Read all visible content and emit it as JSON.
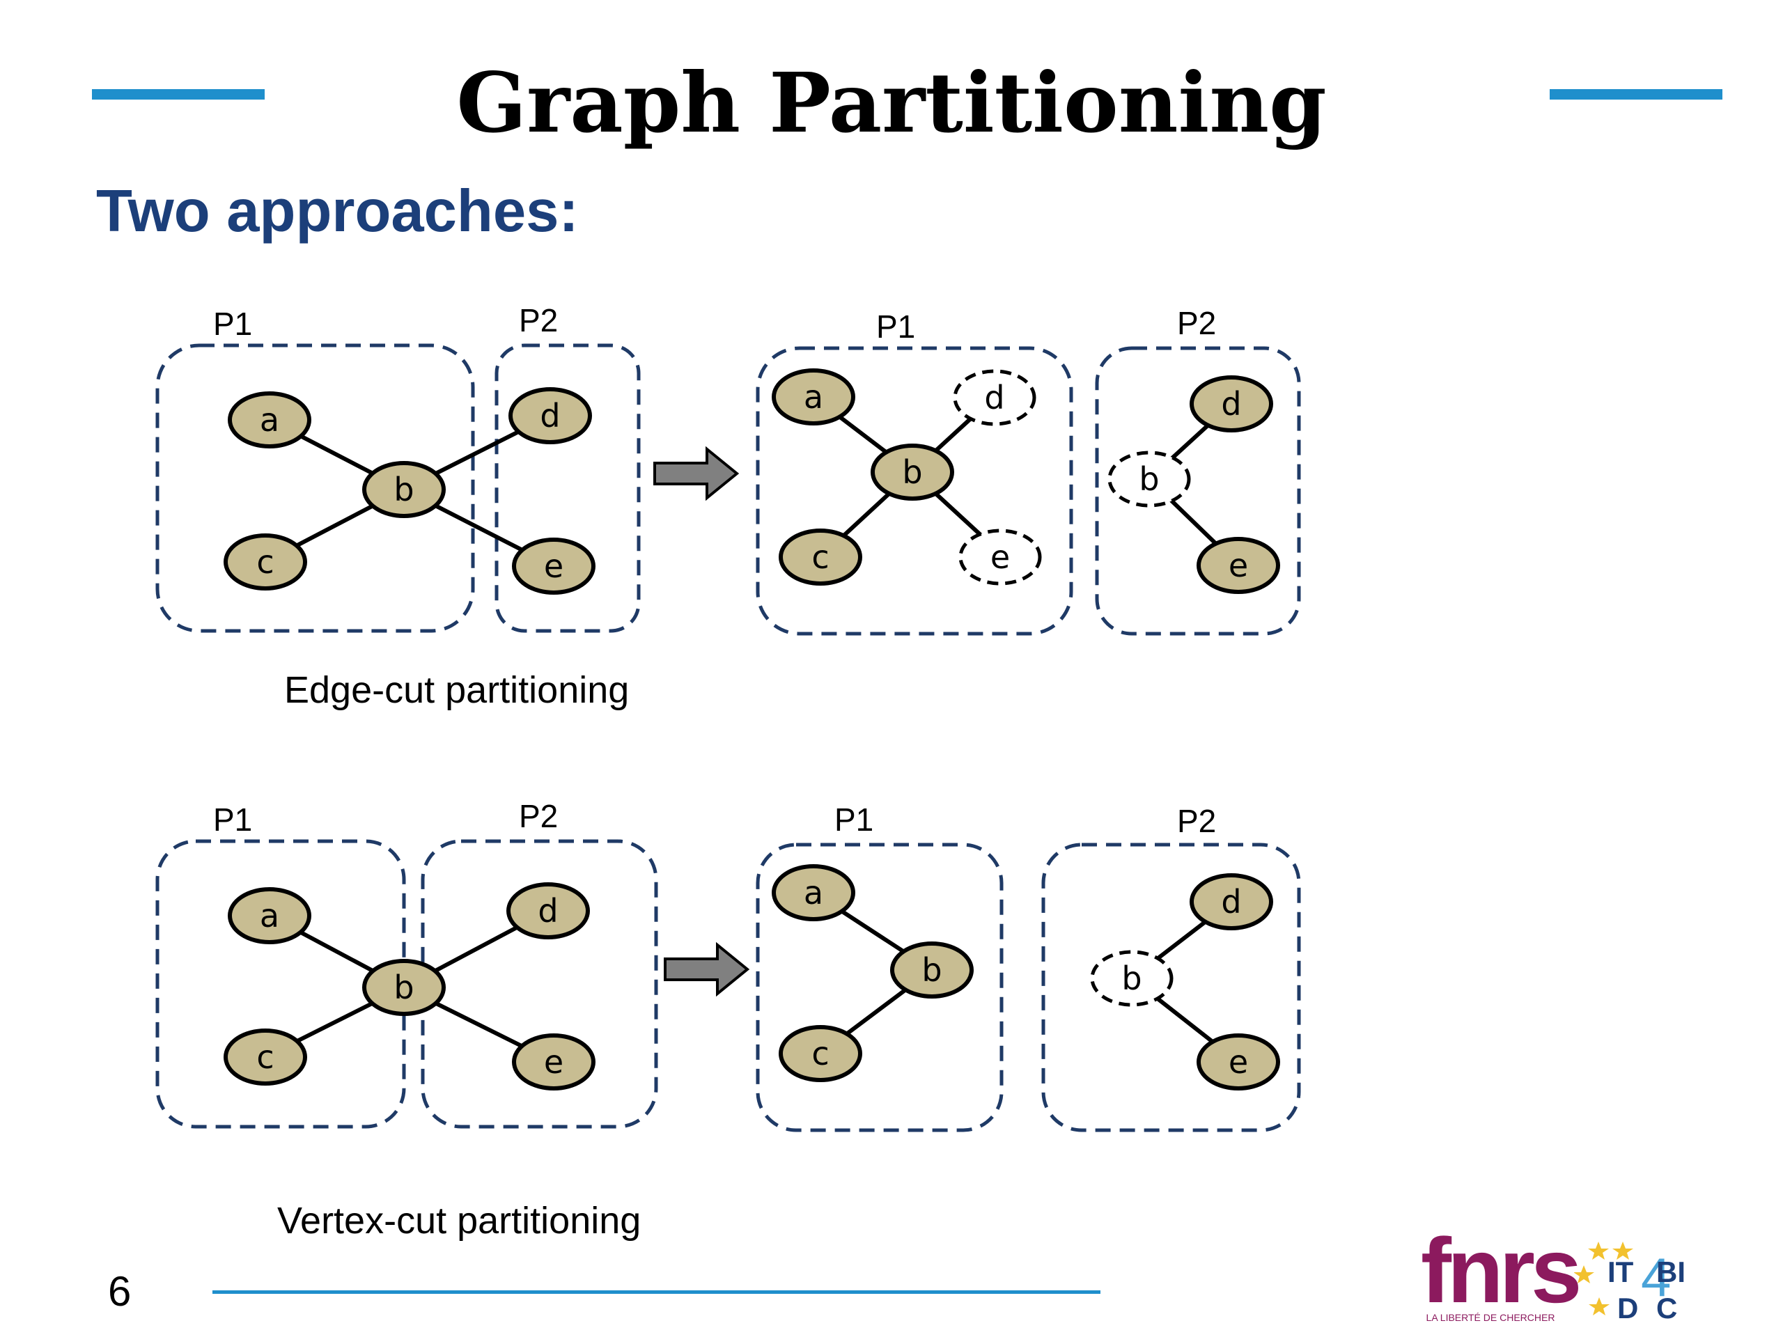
{
  "slide": {
    "title": "Graph Partitioning",
    "subtitle": "Two approaches:",
    "page_number": "6"
  },
  "edge_cut": {
    "caption": "Edge-cut partitioning",
    "before": {
      "p1": "P1",
      "p2": "P2",
      "nodes": {
        "a": "a",
        "b": "b",
        "c": "c",
        "d": "d",
        "e": "e"
      }
    },
    "after": {
      "p1": "P1",
      "p2": "P2",
      "p1_nodes": {
        "a": "a",
        "b": "b",
        "c": "c",
        "d_ghost": "d",
        "e_ghost": "e"
      },
      "p2_nodes": {
        "b_ghost": "b",
        "d": "d",
        "e": "e"
      }
    }
  },
  "vertex_cut": {
    "caption": "Vertex-cut partitioning",
    "before": {
      "p1": "P1",
      "p2": "P2",
      "nodes": {
        "a": "a",
        "b": "b",
        "c": "c",
        "d": "d",
        "e": "e"
      }
    },
    "after": {
      "p1": "P1",
      "p2": "P2",
      "p1_nodes": {
        "a": "a",
        "b": "b",
        "c": "c"
      },
      "p2_nodes": {
        "b_ghost": "b",
        "d": "d",
        "e": "e"
      }
    }
  },
  "logos": {
    "fnrs": "fnrs",
    "fnrs_tagline": "LA LIBERTÉ DE CHERCHER",
    "itbi_top": "IT",
    "itbi_four": "4",
    "itbi_right": "BI",
    "itbi_bottom_d": "D",
    "itbi_bottom_c": "C"
  },
  "colors": {
    "accent": "#1f8fcc",
    "subtitle": "#1c3f7a",
    "partition_border": "#1f3a66",
    "node_fill": "#c8bd92",
    "arrow_fill": "#808080",
    "fnrs": "#8c1a5e",
    "itbi": "#1c3f7a",
    "star": "#f2c12e"
  }
}
